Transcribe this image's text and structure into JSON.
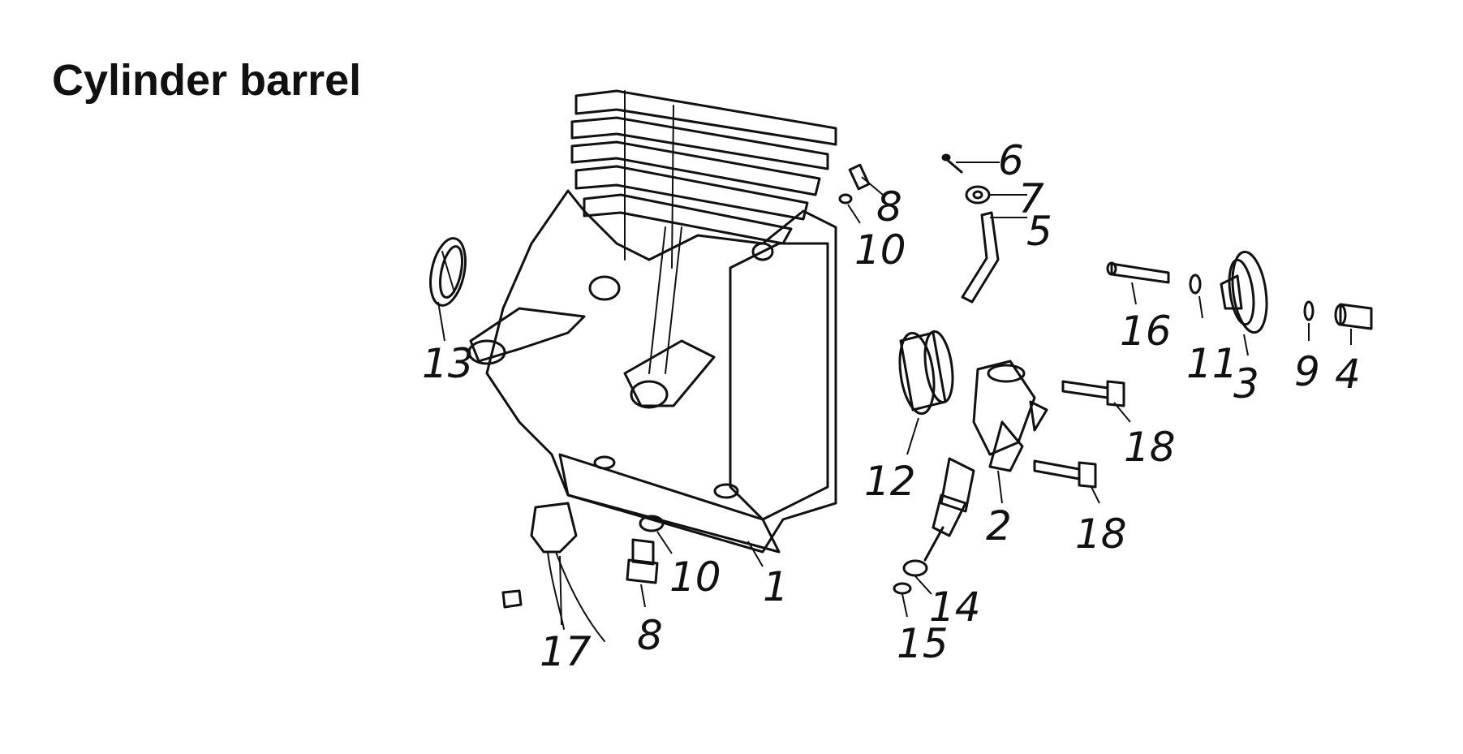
{
  "title": "Cylinder barrel",
  "callouts": {
    "p1": "1",
    "p2": "2",
    "p3": "3",
    "p4": "4",
    "p5": "5",
    "p6": "6",
    "p7": "7",
    "p8a": "8",
    "p8b": "8",
    "p9": "9",
    "p10a": "10",
    "p10b": "10",
    "p11": "11",
    "p12": "12",
    "p13": "13",
    "p14": "14",
    "p15": "15",
    "p16": "16",
    "p17": "17",
    "p18a": "18",
    "p18b": "18"
  }
}
